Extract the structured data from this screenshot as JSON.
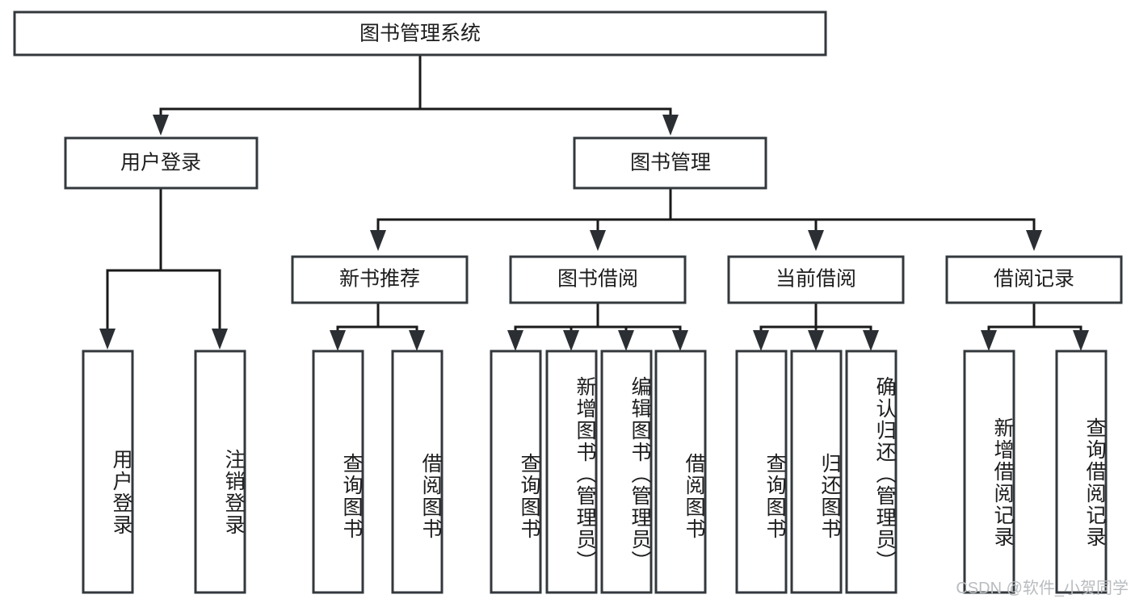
{
  "diagram": {
    "type": "tree",
    "title": "图书管理系统",
    "orientation": "top-down",
    "levels": 4,
    "style": {
      "box_fill": "#ffffff",
      "box_stroke": "#33383d",
      "connector_color": "#1a1a1a",
      "text_color": "#1d1d1d",
      "background": "#ffffff"
    }
  },
  "root": {
    "id": "root",
    "label": "图书管理系统"
  },
  "level2": [
    {
      "id": "user-login",
      "label": "用户登录"
    },
    {
      "id": "book-manage",
      "label": "图书管理"
    }
  ],
  "level3": [
    {
      "id": "new-book-recommend",
      "label": "新书推荐",
      "parent": "book-manage"
    },
    {
      "id": "book-borrow",
      "label": "图书借阅",
      "parent": "book-manage"
    },
    {
      "id": "current-borrow",
      "label": "当前借阅",
      "parent": "book-manage"
    },
    {
      "id": "borrow-record",
      "label": "借阅记录",
      "parent": "book-manage"
    }
  ],
  "leaves": {
    "user-login": [
      {
        "id": "leaf-user-login",
        "label": "用户登录"
      },
      {
        "id": "leaf-logout",
        "label": "注销登录"
      }
    ],
    "new-book-recommend": [
      {
        "id": "leaf-query-book-1",
        "label": "查询图书"
      },
      {
        "id": "leaf-borrow-book-1",
        "label": "借阅图书"
      }
    ],
    "book-borrow": [
      {
        "id": "leaf-query-book-2",
        "label": "查询图书"
      },
      {
        "id": "leaf-add-book",
        "label": "新增图书（管理员）"
      },
      {
        "id": "leaf-edit-book",
        "label": "编辑图书（管理员）"
      },
      {
        "id": "leaf-borrow-book-2",
        "label": "借阅图书"
      }
    ],
    "current-borrow": [
      {
        "id": "leaf-query-book-3",
        "label": "查询图书"
      },
      {
        "id": "leaf-return-book",
        "label": "归还图书"
      },
      {
        "id": "leaf-confirm-return",
        "label": "确认归还（管理员）"
      }
    ],
    "borrow-record": [
      {
        "id": "leaf-add-record",
        "label": "新增借阅记录"
      },
      {
        "id": "leaf-query-record",
        "label": "查询借阅记录"
      }
    ]
  },
  "watermark": {
    "text": "CSDN @软件_小贺同学"
  }
}
